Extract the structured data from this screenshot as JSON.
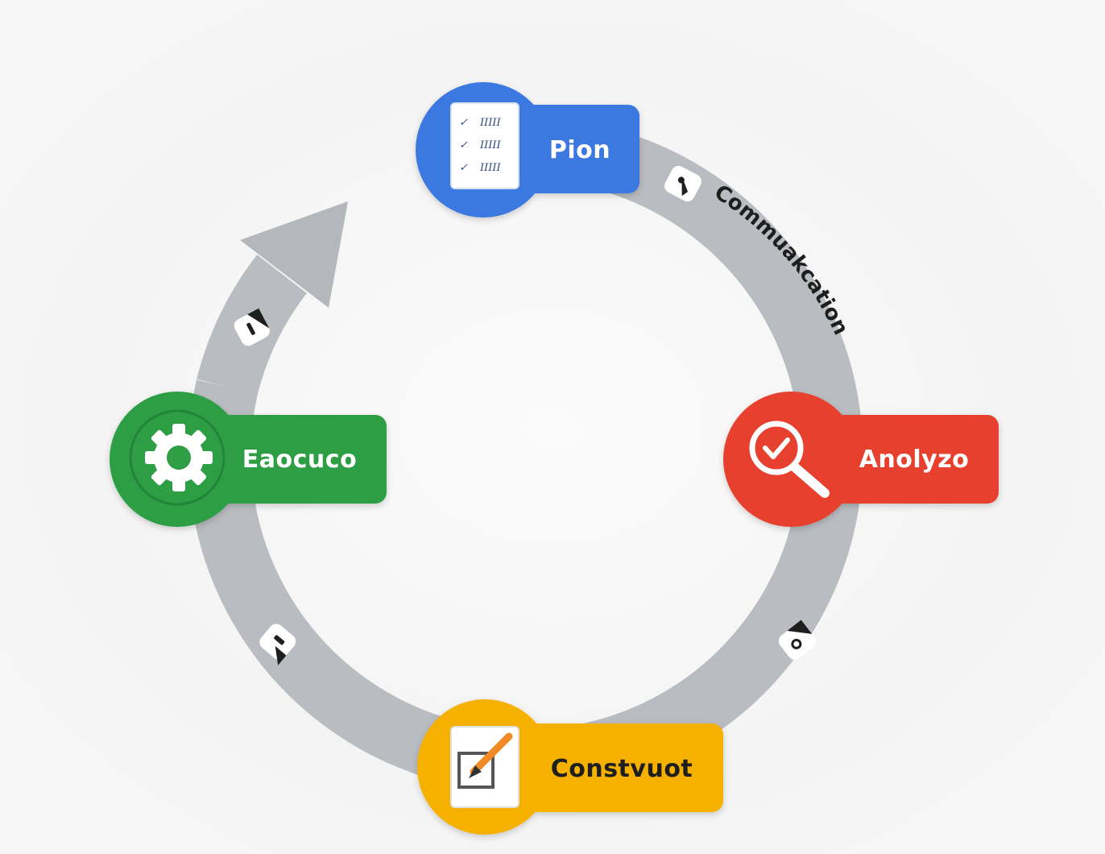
{
  "stages": {
    "plan": {
      "label": "Pion",
      "color": "#3a78e0",
      "icon": "checklist-icon",
      "checklist": [
        "IIIII",
        "IIIII",
        "IIIII"
      ]
    },
    "analyze": {
      "label": "Anolyzo",
      "color": "#e8402f",
      "icon": "magnifier-check-icon"
    },
    "construct": {
      "label": "Constvuot",
      "color": "#f5b000",
      "icon": "edit-checkbox-icon"
    },
    "execute": {
      "label": "Eaocuco",
      "color": "#2f9e44",
      "icon": "gear-icon"
    }
  },
  "ring": {
    "label": "Commuakcation",
    "color": "#b9bcc0"
  },
  "connectors": [
    {
      "icon": "chat-bubble-icon"
    },
    {
      "icon": "chat-bubble-icon"
    },
    {
      "icon": "chat-bubble-icon"
    },
    {
      "icon": "chat-bubble-icon"
    }
  ]
}
